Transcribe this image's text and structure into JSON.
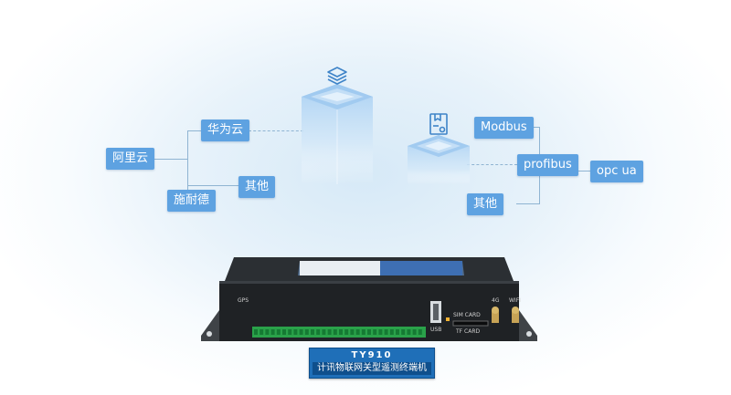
{
  "left_group": {
    "tags": {
      "huawei": "华为云",
      "aliyun": "阿里云",
      "schneider": "施耐德",
      "other": "其他"
    }
  },
  "right_group": {
    "tags": {
      "modbus": "Modbus",
      "profibus": "profibus",
      "opcua": "opc ua",
      "other": "其他"
    }
  },
  "device": {
    "port_labels": {
      "gps": "GPS",
      "usb": "USB",
      "sim": "SIM CARD",
      "tf": "TF CARD",
      "4g": "4G",
      "wifi": "WIFI"
    }
  },
  "product": {
    "model": "TY910",
    "description": "计讯物联网关型遥测终端机"
  },
  "colors": {
    "tag_bg": "#5ea2e1",
    "line": "#8fb4d2",
    "product_bg": "#1f6fb8"
  }
}
